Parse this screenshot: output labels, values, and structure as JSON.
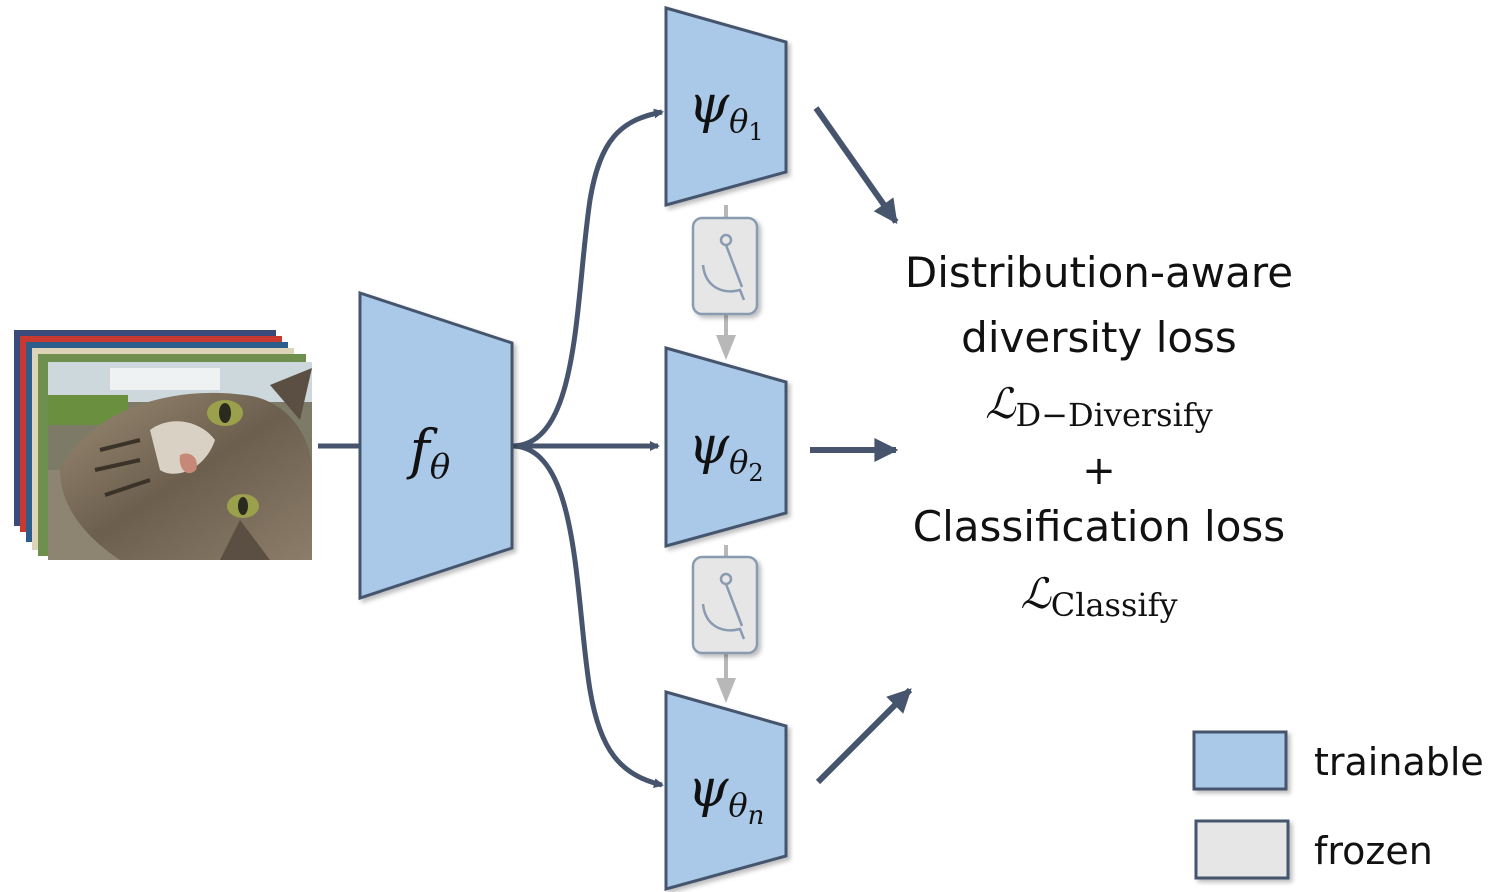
{
  "colors": {
    "trainable_fill": "#aac8e8",
    "trainable_stroke": "#44546e",
    "frozen_fill": "#e6e6e6",
    "frozen_stroke": "#8a9ab0",
    "arrow": "#46556d",
    "gray_arrow": "#b8b8b8",
    "text": "#111111"
  },
  "input_image": {
    "description_icon": "image-stack-icon"
  },
  "backbone": {
    "symbol": "f",
    "subscript": "θ"
  },
  "heads": [
    {
      "symbol": "ψ",
      "sub": "θ",
      "subsub": "1"
    },
    {
      "symbol": "ψ",
      "sub": "θ",
      "subsub": "2"
    },
    {
      "symbol": "ψ",
      "sub": "θ",
      "subsub": "n"
    }
  ],
  "loss": {
    "line1": "Distribution-aware",
    "line2": "diversity loss",
    "diversify_symbol": "ℒ",
    "diversify_sub": "D−Diversify",
    "plus": "+",
    "line3": "Classification loss",
    "classify_symbol": "ℒ",
    "classify_sub": "Classify"
  },
  "legend": [
    {
      "label": "trainable",
      "color": "#aac8e8"
    },
    {
      "label": "frozen",
      "color": "#e6e6e6"
    }
  ]
}
